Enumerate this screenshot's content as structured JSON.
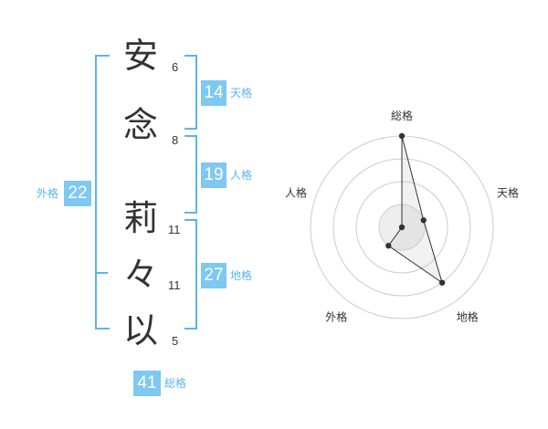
{
  "name": {
    "chars": [
      {
        "char": "安",
        "strokes": "6"
      },
      {
        "char": "念",
        "strokes": "8"
      },
      {
        "char": "莉",
        "strokes": "11"
      },
      {
        "char": "々",
        "strokes": "11"
      },
      {
        "char": "以",
        "strokes": "5"
      }
    ]
  },
  "fortunes": {
    "tenkaku": {
      "label": "天格",
      "value": "14"
    },
    "jinkaku": {
      "label": "人格",
      "value": "19"
    },
    "chikaku": {
      "label": "地格",
      "value": "27"
    },
    "gaikaku": {
      "label": "外格",
      "value": "22"
    },
    "soukaku": {
      "label": "総格",
      "value": "41"
    }
  },
  "colors": {
    "accent": "#7ec8f2",
    "bracket": "#5ab4ee",
    "text": "#333333"
  },
  "chart_data": {
    "type": "radar",
    "axes": [
      "総格",
      "天格",
      "地格",
      "外格",
      "人格"
    ],
    "values": [
      4,
      1,
      3,
      1,
      0
    ],
    "rings": 4,
    "range": [
      0,
      4
    ]
  }
}
